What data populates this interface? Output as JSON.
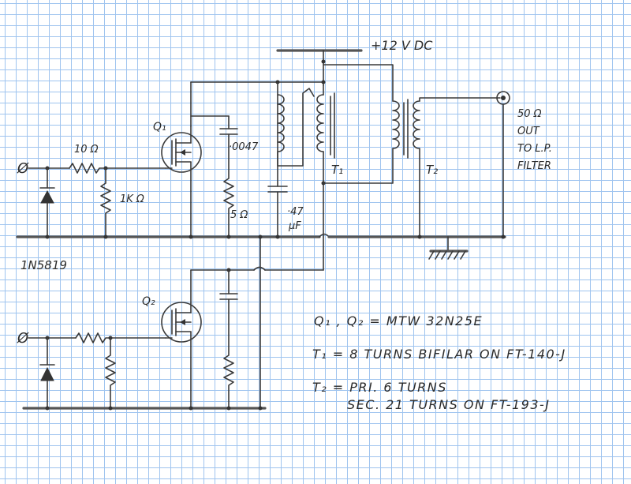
{
  "supply_label": "+12 V DC",
  "input_top_label": "Ø",
  "input_bottom_label": "Ø",
  "q1_label": "Q₁",
  "q2_label": "Q₂",
  "r_gate_top_label": "10 Ω",
  "r_bias_top_label": "1K Ω",
  "c_snubber_label": "·0047",
  "r_snubber_label": "5 Ω",
  "c_bypass_value": "·47",
  "c_bypass_unit": "μF",
  "t1_label": "T₁",
  "t2_label": "T₂",
  "output_ohms_label": "50 Ω",
  "output_out_label": "OUT",
  "output_to_label": "TO L.P.",
  "output_filter_label": "FILTER",
  "diode_label": "1N5819",
  "notes": [
    "Q₁ , Q₂ = MTW 32N25E",
    "T₁ = 8 TURNS BIFILAR ON FT-140-J",
    "T₂ = PRI. 6 TURNS",
    "SEC. 21 TURNS ON FT-193-J"
  ]
}
